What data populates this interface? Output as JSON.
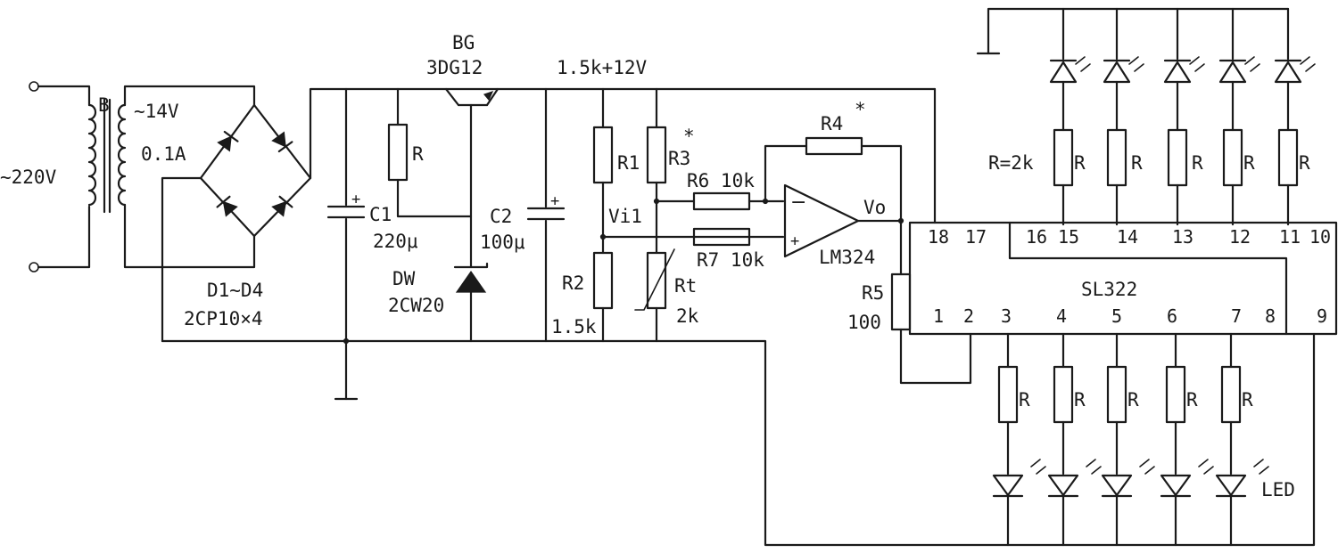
{
  "labels": {
    "mains": "~220V",
    "transformer": "B",
    "secondary_voltage": "~14V",
    "secondary_current": "0.1A",
    "bridge_name": "D1~D4",
    "bridge_part": "2CP10×4",
    "c1_name": "C1",
    "c1_value": "220μ",
    "r_base": "R",
    "transistor_name": "BG",
    "transistor_part": "3DG12",
    "zener_name": "DW",
    "zener_part": "2CW20",
    "c2_name": "C2",
    "c2_value": "100μ",
    "supply": "1.5k+12V",
    "r1": "R1",
    "r2": "R2",
    "r2_value": "1.5k",
    "r3": "R3",
    "star": "*",
    "vi1": "Vi1",
    "rt": "Rt",
    "rt_value": "2k",
    "r4": "R4",
    "r6": "R6 10k",
    "r7": "R7 10k",
    "opamp_part": "LM324",
    "opamp_minus": "−",
    "opamp_plus": "+",
    "vo": "Vo",
    "r5": "R5",
    "r5_value": "100",
    "ic_name": "SL322",
    "r_top_note": "R=2k",
    "r_generic": "R",
    "led": "LED"
  },
  "ic_pins_top": [
    "18",
    "17",
    "16",
    "15",
    "14",
    "13",
    "12",
    "11",
    "10"
  ],
  "ic_pins_bottom": [
    "1",
    "2",
    "3",
    "4",
    "5",
    "6",
    "7",
    "8",
    "9"
  ],
  "top_resistors": [
    "R",
    "R",
    "R",
    "R",
    "R"
  ],
  "bottom_resistors": [
    "R",
    "R",
    "R",
    "R",
    "R"
  ]
}
